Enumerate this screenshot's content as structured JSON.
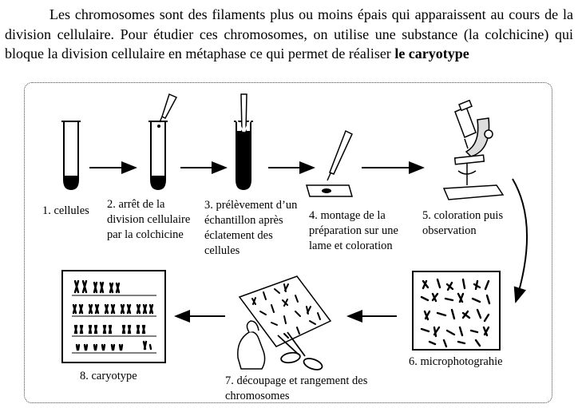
{
  "intro": {
    "text": "Les chromosomes sont des filaments plus ou moins épais qui apparaissent au cours de la division cellulaire. Pour étudier ces chromosomes, on utilise une substance (la colchicine) qui bloque la division cellulaire en métaphase ce qui permet de réaliser ",
    "bold": "le caryotype"
  },
  "steps": {
    "s1": "1. cellules",
    "s2": "2. arrêt de la division cellulaire par la colchicine",
    "s3": "3. prélèvement d’un échantillon après éclatement des cellules",
    "s4": "4. montage de la préparation sur une lame et coloration",
    "s5": "5. coloration puis observation",
    "s6": "6. microphotograhie",
    "s7": "7. découpage et rangement des chromosomes",
    "s8": "8. caryotype"
  }
}
